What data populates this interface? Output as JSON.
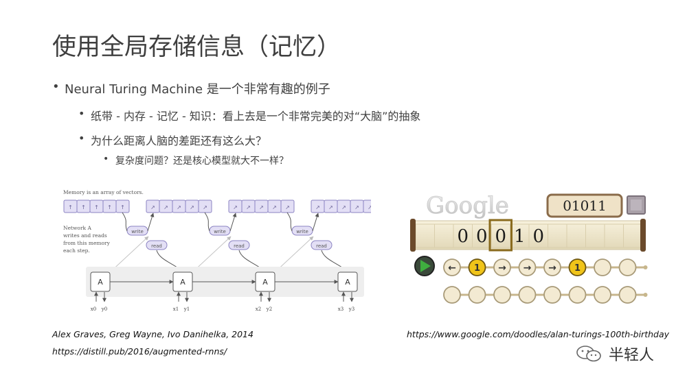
{
  "slide": {
    "title": "使用全局存储信息（记忆）",
    "bullets": {
      "b1": "Neural Turing Machine 是一个非常有趣的例子",
      "b2a": "纸带 - 内存 - 记忆 - 知识：看上去是一个非常完美的对“大脑”的抽象",
      "b2b": "为什么距离人脑的差距还有这么大？",
      "b3": "复杂度问题？还是核心模型就大不一样？"
    },
    "bullet_symbol": "•"
  },
  "ntm_figure": {
    "caption_top": "Memory is an array of vectors.",
    "caption_side": [
      "Network A",
      "writes and reads",
      "from this memory",
      "each step."
    ],
    "write_label": "write",
    "read_label": "read",
    "node_label": "A",
    "steps": [
      {
        "x": "x0",
        "y": "y0"
      },
      {
        "x": "x1",
        "y": "y1"
      },
      {
        "x": "x2",
        "y": "y2"
      },
      {
        "x": "x3",
        "y": "y3"
      }
    ],
    "colors": {
      "memory_fill": "#e3dff5",
      "memory_stroke": "#8b83c2",
      "band": "#eeeeee"
    }
  },
  "credits": {
    "left_1": "Alex Graves, Greg Wayne, Ivo Danihelka, 2014",
    "left_2": "https://distill.pub/2016/augmented-rnns/",
    "right_1": "https://www.google.com/doodles/alan-turings-100th-birthday"
  },
  "doodle": {
    "logo": "Google",
    "counter": "01011",
    "tape_digits": [
      "",
      "",
      "0",
      "0",
      "0",
      "1",
      "0",
      "",
      "",
      "",
      "",
      ""
    ],
    "highlight_index": 4,
    "row1": [
      "←",
      "1",
      "→",
      "→",
      "→",
      "1",
      "",
      ""
    ],
    "row2": [
      "",
      "",
      "",
      "",
      "",
      "",
      "",
      ""
    ],
    "play_icon": "play-button-icon"
  },
  "watermark": {
    "text": "半轻人",
    "icon": "wechat-icon"
  }
}
